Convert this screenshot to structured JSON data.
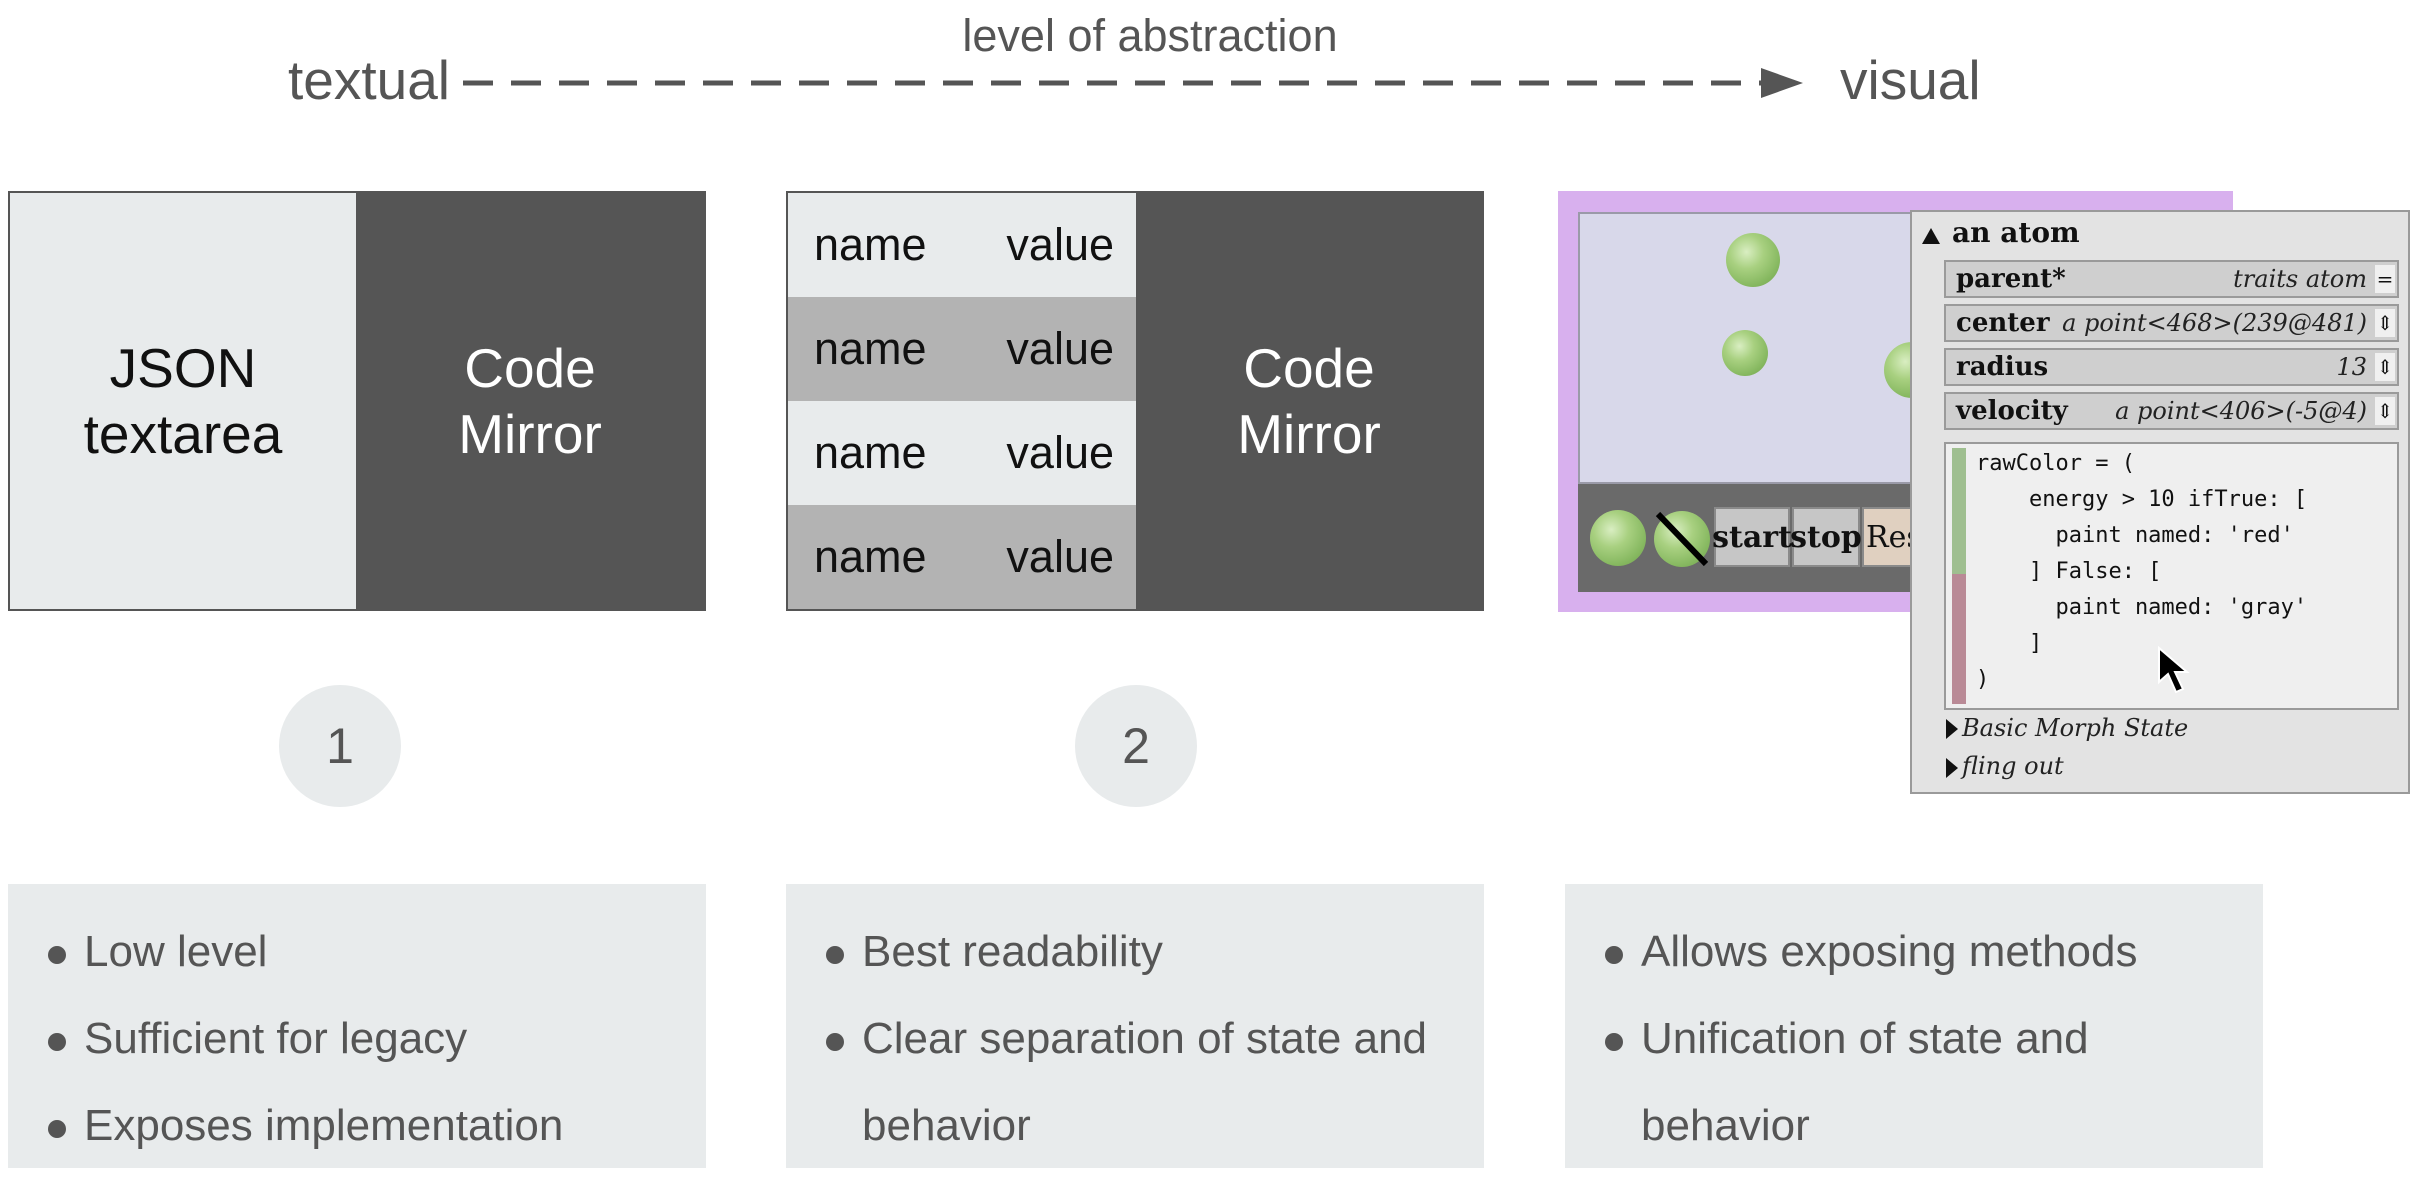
{
  "axis": {
    "title": "level of abstraction",
    "left_label": "textual",
    "right_label": "visual"
  },
  "panel1": {
    "left_label": "JSON\ntextarea",
    "right_label": "Code\nMirror",
    "number": "1"
  },
  "panel2": {
    "rows": [
      {
        "name": "name",
        "value": "value"
      },
      {
        "name": "name",
        "value": "value"
      },
      {
        "name": "name",
        "value": "value"
      },
      {
        "name": "name",
        "value": "value"
      }
    ],
    "right_label": "Code\nMirror",
    "number": "2"
  },
  "panel3": {
    "toolbar": {
      "start": "start",
      "stop": "stop",
      "resize": "Resi"
    },
    "inspector": {
      "title": "an atom",
      "slots": [
        {
          "name": "parent*",
          "value": "traits atom",
          "button": "="
        },
        {
          "name": "center",
          "value": "a point<468>(239@481)",
          "button": "⇕"
        },
        {
          "name": "radius",
          "value": "13",
          "button": "⇕"
        },
        {
          "name": "velocity",
          "value": "a point<406>(-5@4)",
          "button": "⇕"
        }
      ],
      "code": "rawColor = (\n    energy > 10 ifTrue: [\n      paint named: 'red'\n    ] False: [\n      paint named: 'gray'\n    ]\n)",
      "categories": [
        "Basic Morph State",
        "fling out"
      ]
    }
  },
  "bullets": {
    "col1": [
      "Low level",
      "Sufficient for legacy",
      "Exposes implementation"
    ],
    "col2": [
      "Best readability",
      "Clear separation of state and behavior"
    ],
    "col3": [
      "Allows exposing methods",
      "Unification of state and behavior"
    ]
  },
  "colors": {
    "text_gray": "#555555",
    "light_panel": "#e8ebec",
    "dark_panel": "#555555",
    "mid_row": "#b3b3b3",
    "world_bg": "#d8b0ee"
  }
}
